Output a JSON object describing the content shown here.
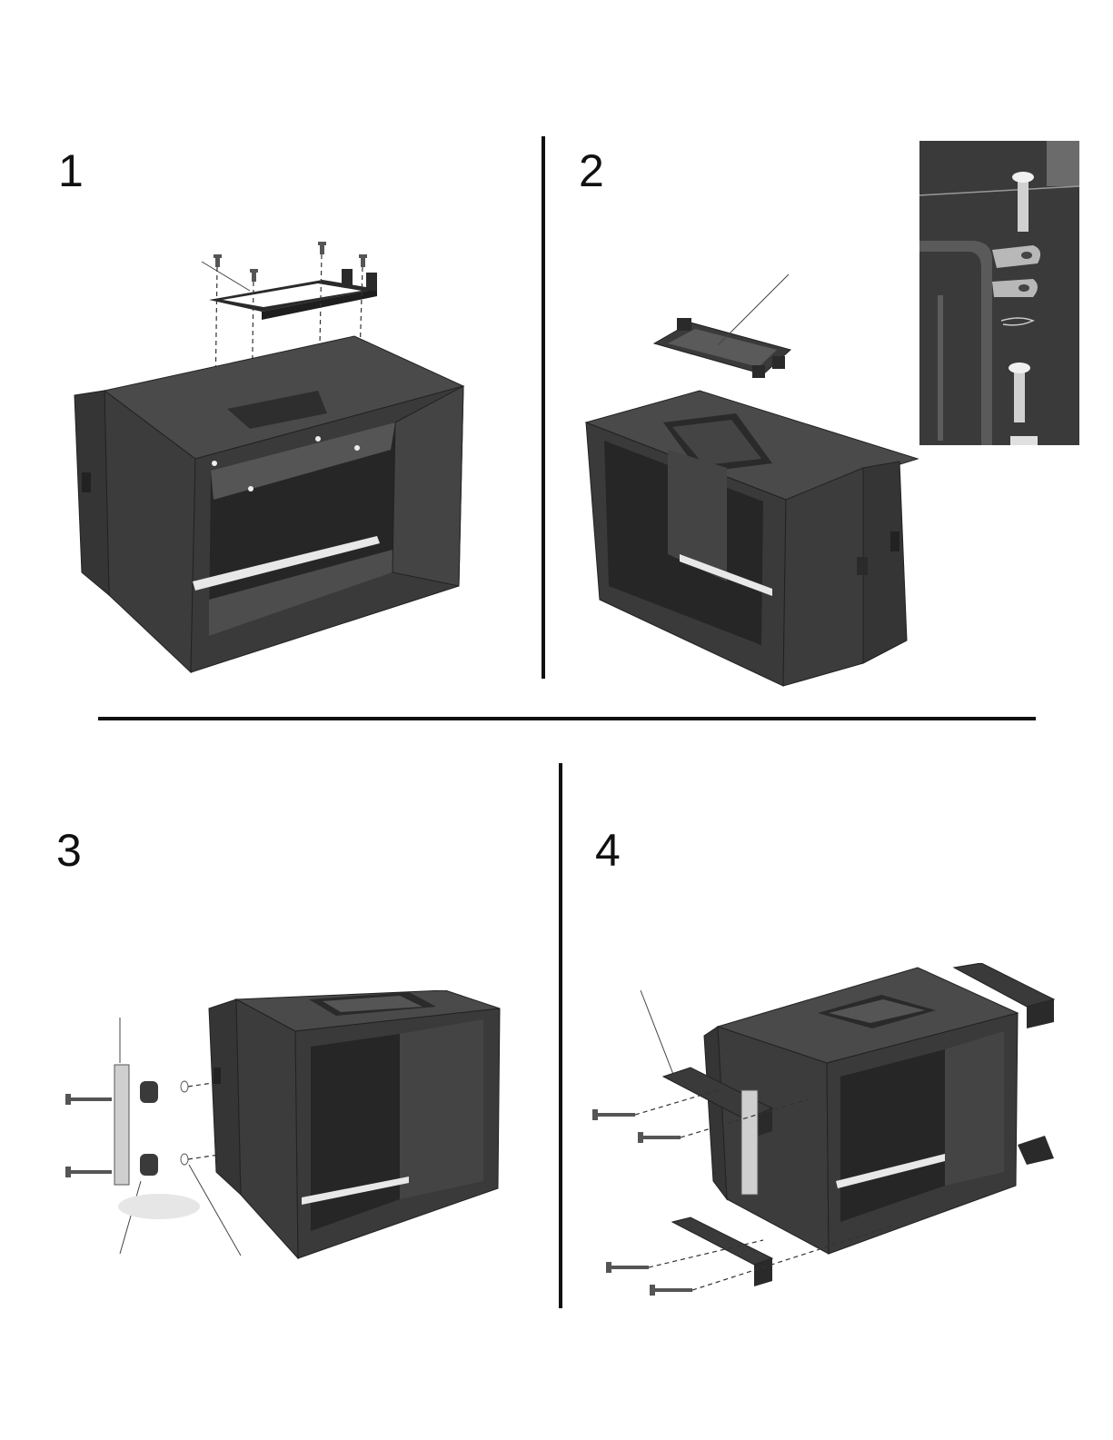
{
  "steps": [
    {
      "number": "1"
    },
    {
      "number": "2"
    },
    {
      "number": "3"
    },
    {
      "number": "4"
    }
  ],
  "colors": {
    "panel_dark": "#3c3c3c",
    "panel_mid": "#4a4a4a",
    "panel_light": "#5a5a5a",
    "edge": "#222222",
    "metal": "#d8d8d8",
    "page": "#ffffff"
  },
  "icons": [
    "screw-icon",
    "handle-frame-icon",
    "spacer-icon",
    "washer-icon",
    "hinge-pin-icon",
    "foot-block-icon"
  ]
}
